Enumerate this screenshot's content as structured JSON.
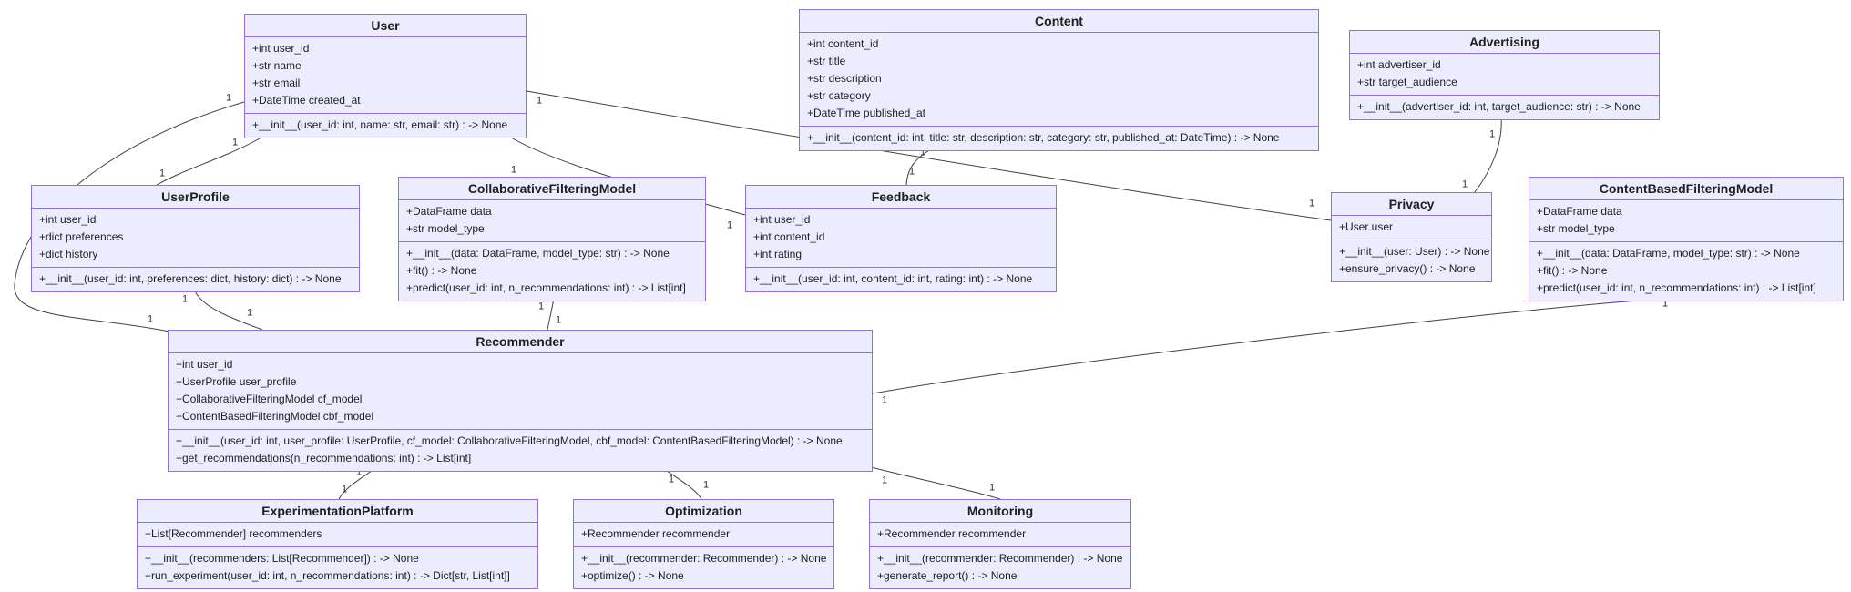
{
  "diagram": {
    "type": "uml-class-diagram",
    "colors": {
      "node_fill": "#ECECFF",
      "node_border": "#9370DB",
      "edge": "#404040",
      "background": "#ffffff",
      "text": "#1f1f1f"
    },
    "classes": [
      {
        "name": "User",
        "attributes": [
          "+int user_id",
          "+str name",
          "+str email",
          "+DateTime created_at"
        ],
        "methods": [
          "+__init__(user_id: int, name: str, email: str) : -> None"
        ]
      },
      {
        "name": "Content",
        "attributes": [
          "+int content_id",
          "+str title",
          "+str description",
          "+str category",
          "+DateTime published_at"
        ],
        "methods": [
          "+__init__(content_id: int, title: str, description: str, category: str, published_at: DateTime) : -> None"
        ]
      },
      {
        "name": "Advertising",
        "attributes": [
          "+int advertiser_id",
          "+str target_audience"
        ],
        "methods": [
          "+__init__(advertiser_id: int, target_audience: str) : -> None"
        ]
      },
      {
        "name": "UserProfile",
        "attributes": [
          "+int user_id",
          "+dict preferences",
          "+dict history"
        ],
        "methods": [
          "+__init__(user_id: int, preferences: dict, history: dict) : -> None"
        ]
      },
      {
        "name": "CollaborativeFilteringModel",
        "attributes": [
          "+DataFrame data",
          "+str model_type"
        ],
        "methods": [
          "+__init__(data: DataFrame, model_type: str) : -> None",
          "+fit() : -> None",
          "+predict(user_id: int, n_recommendations: int) : -> List[int]"
        ]
      },
      {
        "name": "Feedback",
        "attributes": [
          "+int user_id",
          "+int content_id",
          "+int rating"
        ],
        "methods": [
          "+__init__(user_id: int, content_id: int, rating: int) : -> None"
        ]
      },
      {
        "name": "Privacy",
        "attributes": [
          "+User user"
        ],
        "methods": [
          "+__init__(user: User) : -> None",
          "+ensure_privacy() : -> None"
        ]
      },
      {
        "name": "ContentBasedFilteringModel",
        "attributes": [
          "+DataFrame data",
          "+str model_type"
        ],
        "methods": [
          "+__init__(data: DataFrame, model_type: str) : -> None",
          "+fit() : -> None",
          "+predict(user_id: int, n_recommendations: int) : -> List[int]"
        ]
      },
      {
        "name": "Recommender",
        "attributes": [
          "+int user_id",
          "+UserProfile user_profile",
          "+CollaborativeFilteringModel cf_model",
          "+ContentBasedFilteringModel cbf_model"
        ],
        "methods": [
          "+__init__(user_id: int, user_profile: UserProfile, cf_model: CollaborativeFilteringModel, cbf_model: ContentBasedFilteringModel) : -> None",
          "+get_recommendations(n_recommendations: int) : -> List[int]"
        ]
      },
      {
        "name": "ExperimentationPlatform",
        "attributes": [
          "+List[Recommender] recommenders"
        ],
        "methods": [
          "+__init__(recommenders: List[Recommender]) : -> None",
          "+run_experiment(user_id: int, n_recommendations: int) : -> Dict[str, List[int]]"
        ]
      },
      {
        "name": "Optimization",
        "attributes": [
          "+Recommender recommender"
        ],
        "methods": [
          "+__init__(recommender: Recommender) : -> None",
          "+optimize() : -> None"
        ]
      },
      {
        "name": "Monitoring",
        "attributes": [
          "+Recommender recommender"
        ],
        "methods": [
          "+__init__(recommender: Recommender) : -> None",
          "+generate_report() : -> None"
        ]
      }
    ],
    "relations": [
      {
        "from": "User",
        "to": "UserProfile",
        "from_card": "1",
        "to_card": "1"
      },
      {
        "from": "User",
        "to": "Recommender",
        "from_card": "1",
        "to_card": "1"
      },
      {
        "from": "User",
        "to": "Feedback",
        "from_card": "1",
        "to_card": "1"
      },
      {
        "from": "User",
        "to": "Privacy",
        "from_card": "1",
        "to_card": "1"
      },
      {
        "from": "UserProfile",
        "to": "Recommender",
        "from_card": "1",
        "to_card": "1"
      },
      {
        "from": "Content",
        "to": "Feedback",
        "from_card": "1",
        "to_card": "1"
      },
      {
        "from": "Advertising",
        "to": "Privacy",
        "from_card": "1",
        "to_card": "1"
      },
      {
        "from": "CollaborativeFilteringModel",
        "to": "Recommender",
        "from_card": "1",
        "to_card": "1"
      },
      {
        "from": "ContentBasedFilteringModel",
        "to": "Recommender",
        "from_card": "1",
        "to_card": "1"
      },
      {
        "from": "Recommender",
        "to": "ExperimentationPlatform",
        "from_card": "1",
        "to_card": "1"
      },
      {
        "from": "Recommender",
        "to": "Optimization",
        "from_card": "1",
        "to_card": "1"
      },
      {
        "from": "Recommender",
        "to": "Monitoring",
        "from_card": "1",
        "to_card": "1"
      }
    ]
  }
}
